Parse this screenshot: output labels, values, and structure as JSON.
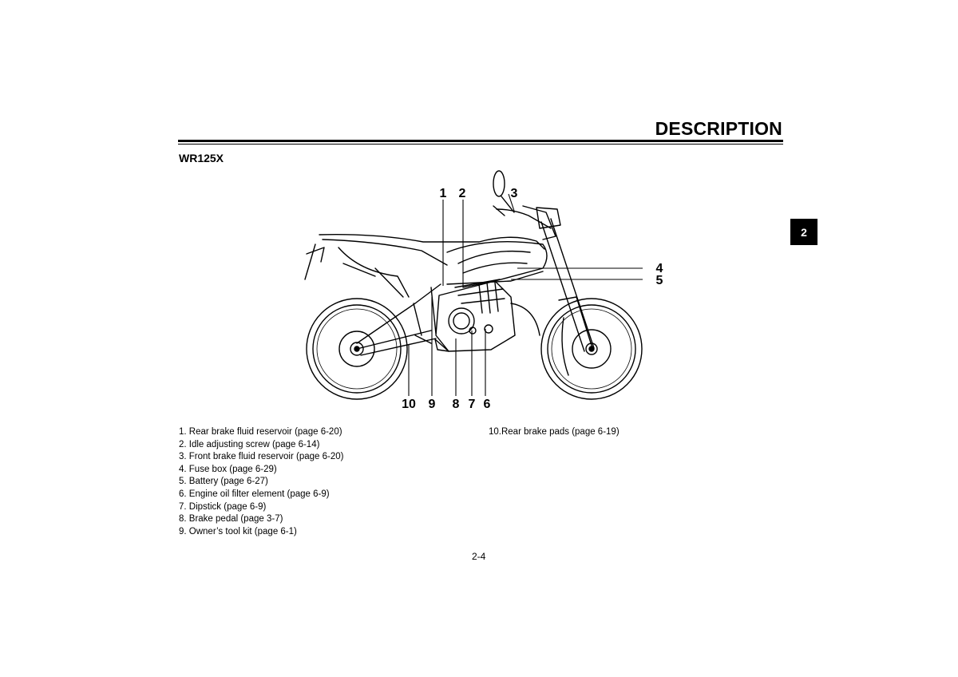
{
  "header": {
    "section_title": "DESCRIPTION",
    "chapter_tab": "2"
  },
  "model": "WR125X",
  "callouts": [
    "1",
    "2",
    "3",
    "4",
    "5",
    "6",
    "7",
    "8",
    "9",
    "10"
  ],
  "legend": {
    "left": [
      "1. Rear brake fluid reservoir (page 6-20)",
      "2. Idle adjusting screw (page 6-14)",
      "3. Front brake fluid reservoir (page 6-20)",
      "4. Fuse box (page 6-29)",
      "5. Battery (page 6-27)",
      "6. Engine oil filter element (page 6-9)",
      "7. Dipstick (page 6-9)",
      "8. Brake pedal (page 3-7)",
      "9. Owner’s tool kit (page 6-1)"
    ],
    "right": [
      "10.Rear brake pads (page 6-19)"
    ]
  },
  "footer": {
    "page_number": "2-4"
  }
}
